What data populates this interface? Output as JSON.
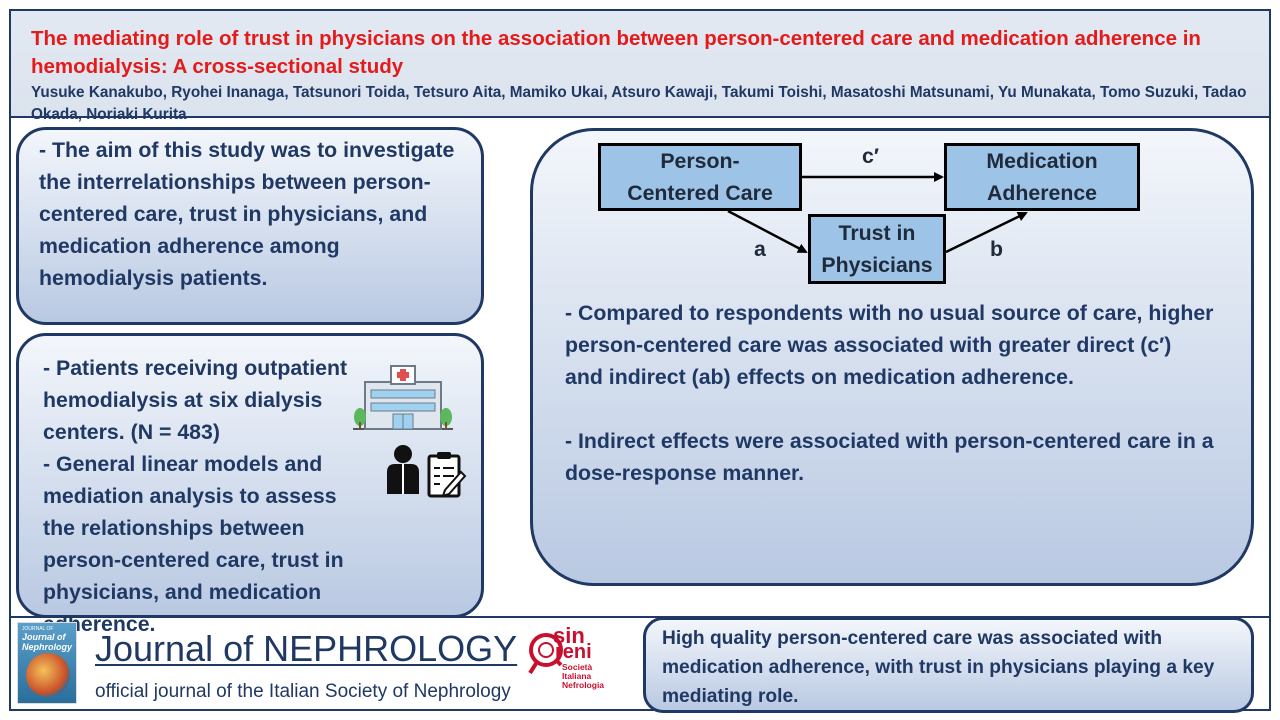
{
  "header": {
    "title": "The mediating role of trust in physicians on the association between person-centered care and medication adherence in hemodialysis: A cross-sectional study",
    "authors": "Yusuke Kanakubo, Ryohei Inanaga, Tatsunori Toida, Tetsuro Aita, Mamiko Ukai, Atsuro Kawaji, Takumi Toishi, Masatoshi Matsunami, Yu Munakata, Tomo Suzuki, Tadao Okada, Noriaki Kurita"
  },
  "aim": {
    "text": "- The aim of this study was to investigate the interrelationships between person-centered care, trust in physicians, and medication adherence among hemodialysis patients."
  },
  "methods": {
    "patients": "- Patients receiving outpatient hemodialysis at six dialysis centers. (N = 483)",
    "analysis": "- General linear models and mediation analysis to assess the relationships between person-centered care, trust in physicians, and medication adherence.",
    "icons": [
      "hospital-icon",
      "clinician-clipboard-icon"
    ]
  },
  "diagram": {
    "nodes": {
      "pcc": "Person-\nCentered Care",
      "ma": "Medication\nAdherence",
      "trust": "Trust in\nPhysicians"
    },
    "edges": {
      "c_prime": "c′",
      "a": "a",
      "b": "b"
    },
    "node_color": "#9dc3e6"
  },
  "results": {
    "r1": "- Compared to respondents with no usual source of care, higher person-centered care was associated with greater direct (c′) and indirect (ab) effects on medication adherence.",
    "r2": "- Indirect effects were associated with person-centered care in a dose-response manner."
  },
  "footer": {
    "journal": "Journal of NEPHROLOGY",
    "subtitle": "official journal of the Italian Society of Nephrology",
    "cover_title": "Journal of Nephrology",
    "cover_top": "JOURNAL OF",
    "logo": {
      "line1": "sin",
      "line2": "reni",
      "society": "Società Italiana Nefrologia"
    },
    "conclusion": "High quality person-centered care was associated with medication adherence, with trust in physicians playing a key mediating role."
  },
  "colors": {
    "title": "#e41b1b",
    "text": "#1f3864",
    "panel_border": "#1f3864",
    "logo": "#c8102e"
  }
}
